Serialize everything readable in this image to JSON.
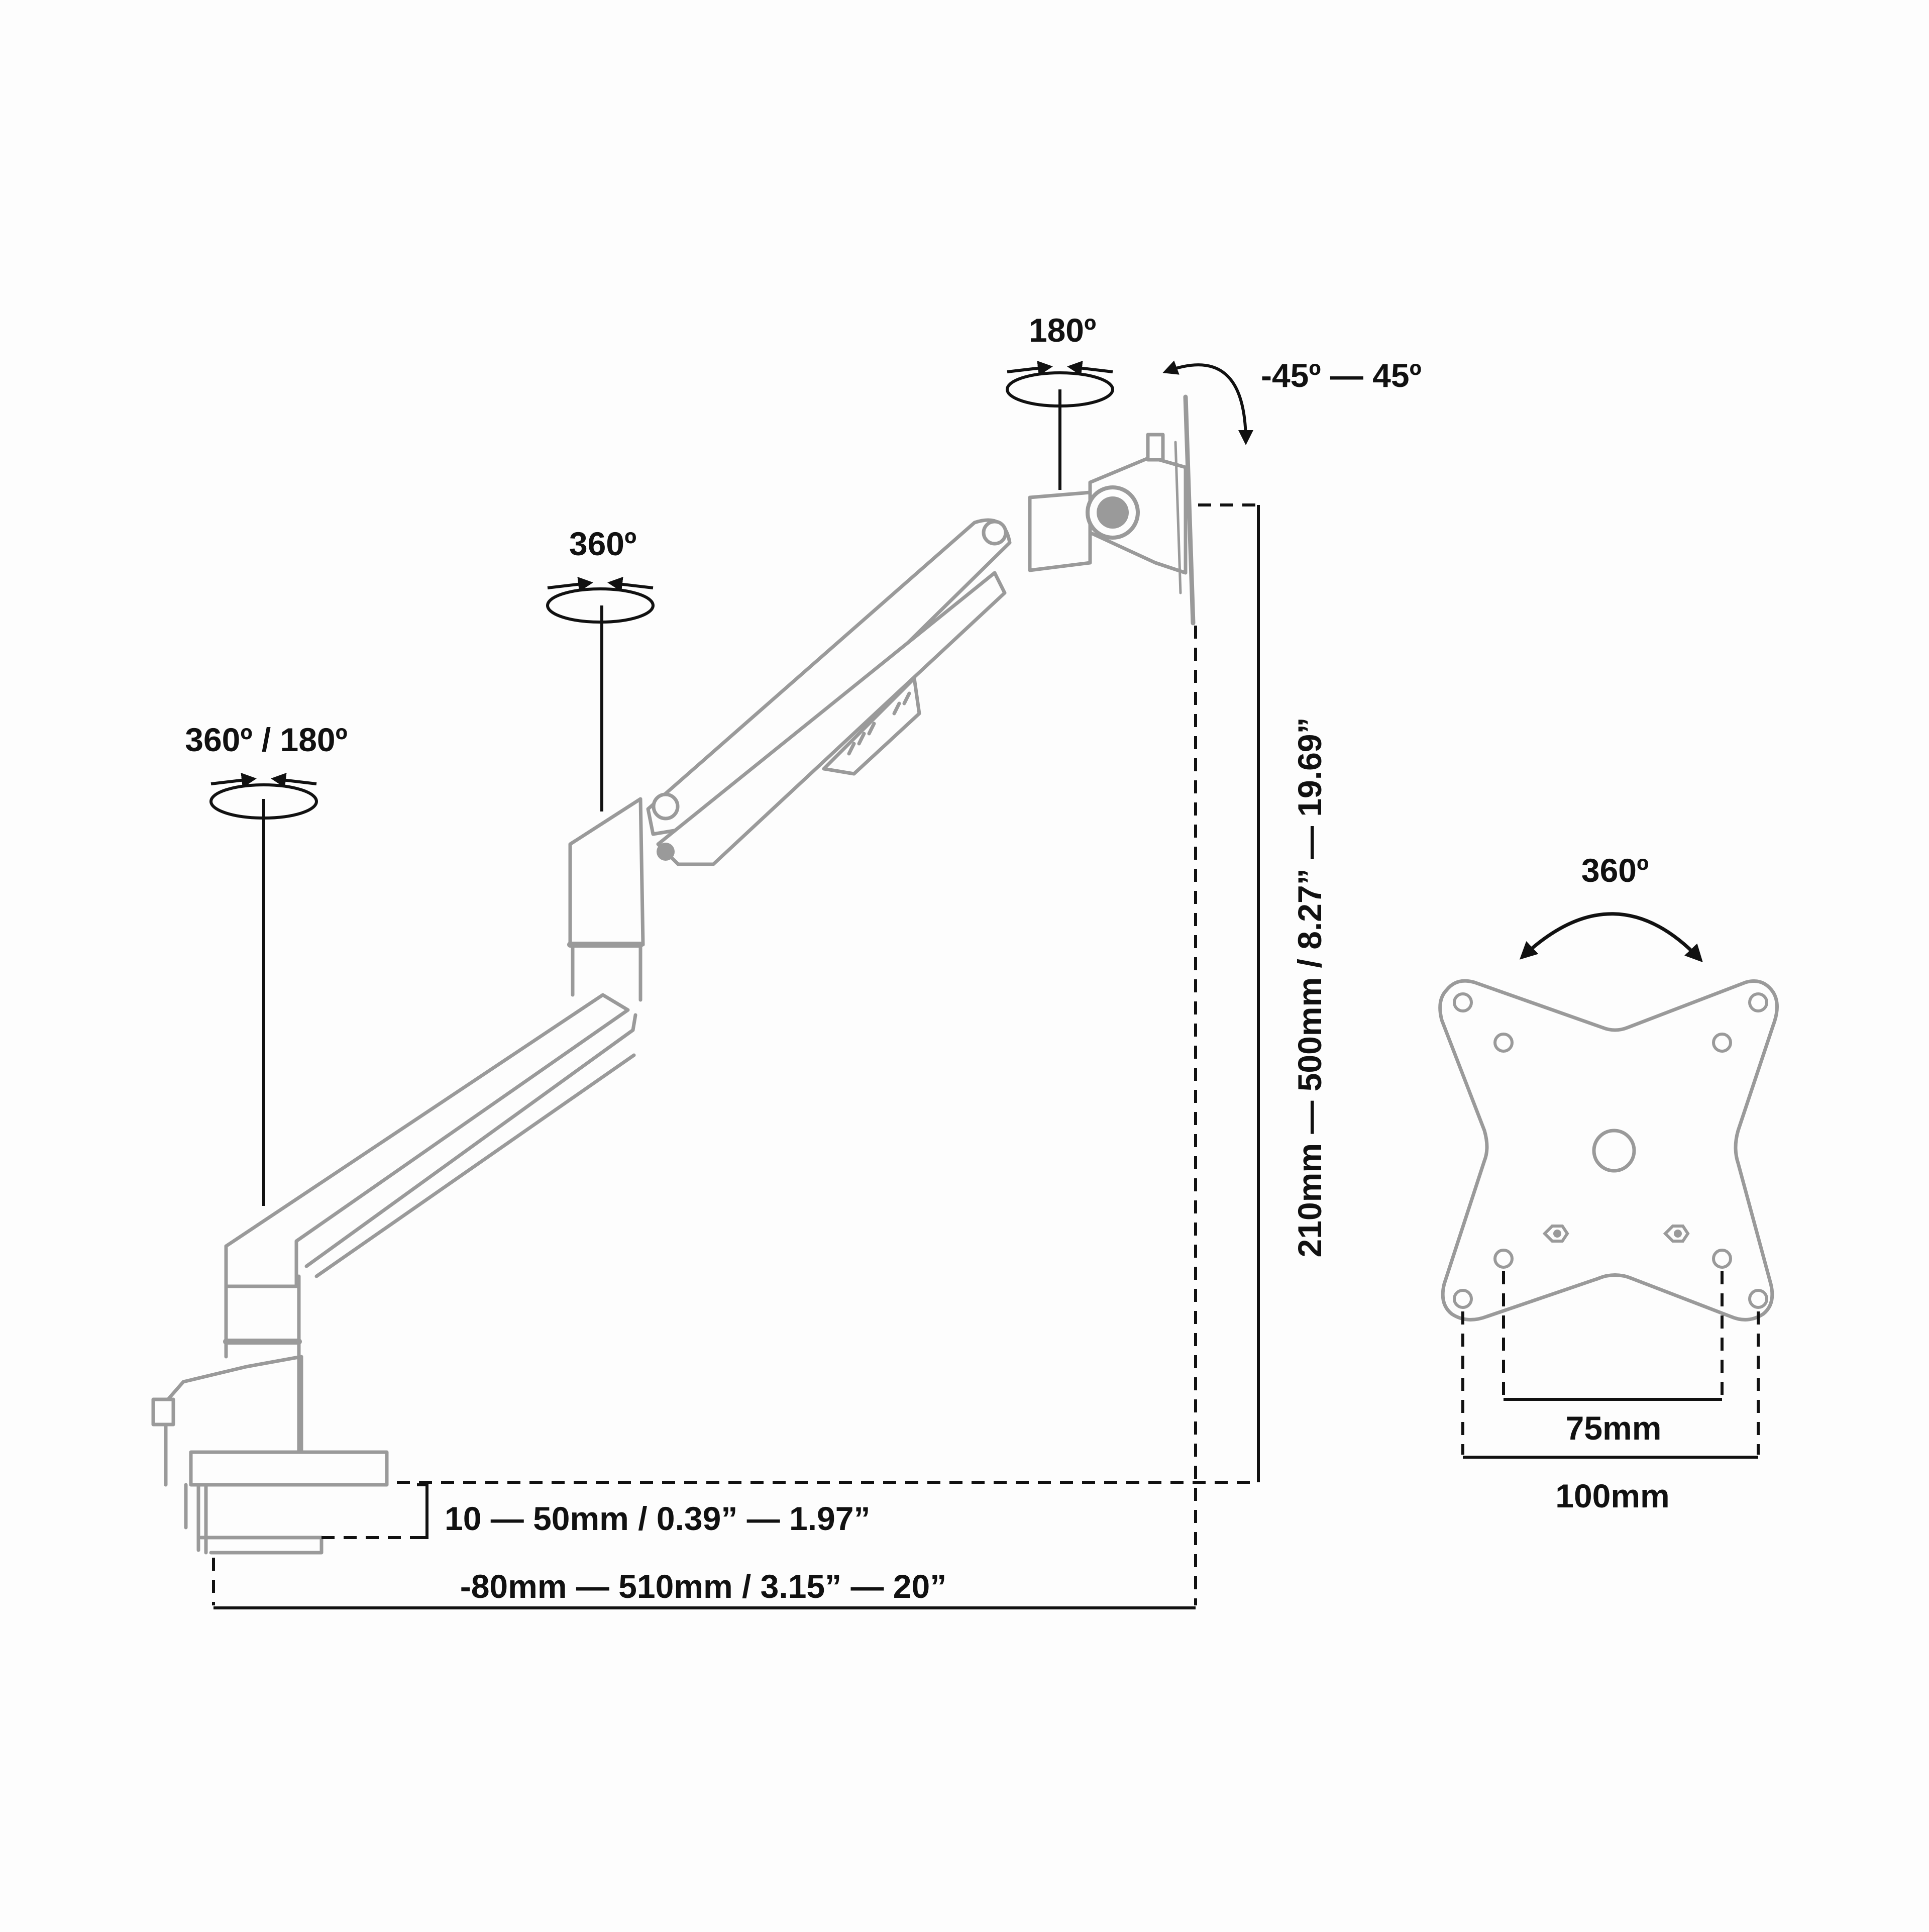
{
  "labels": {
    "base_rotation": "360º / 180º",
    "arm_rotation": "360º",
    "head_swivel": "180º",
    "tilt": "-45º — 45º",
    "height_range": "210mm — 500mm / 8.27” — 19.69”",
    "clamp_thickness": "10 — 50mm / 0.39” — 1.97”",
    "extension": "-80mm — 510mm / 3.15” — 20”",
    "vesa_rotation": "360º",
    "vesa_small": "75mm",
    "vesa_large": "100mm"
  },
  "colors": {
    "line": "#111111",
    "arm": "#9a9a9a",
    "background": "#fdfdfd"
  },
  "icons": {
    "rotation": "rotation-arrow-icon",
    "tilt": "tilt-arrow-icon"
  }
}
